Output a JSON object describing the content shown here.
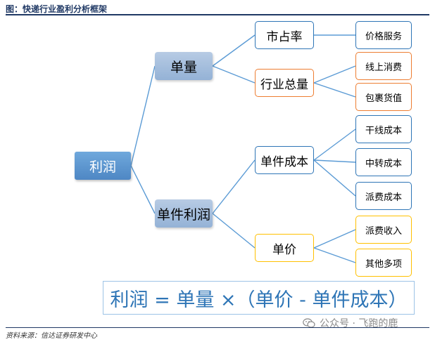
{
  "header": {
    "title": "图：快递行业盈利分析框架"
  },
  "diagram": {
    "root": "利润",
    "level1": {
      "volume": "单量",
      "unit_profit": "单件利润"
    },
    "level2": {
      "market_share": "市占率",
      "industry_volume": "行业总量",
      "unit_cost": "单件成本",
      "unit_price": "单价"
    },
    "leaves": {
      "price_service": "价格服务",
      "online_spending": "线上消费",
      "parcel_value": "包裹货值",
      "trunk_cost": "干线成本",
      "transfer_cost": "中转成本",
      "delivery_cost": "派费成本",
      "delivery_income": "派费收入",
      "other_items": "其他多项"
    },
    "formula": "利润 = 单量 ×（单价 - 单件成本）",
    "colors": {
      "blue": "#2e75b6",
      "orange": "#ed7d31",
      "yellow": "#ffc000",
      "connector": "#5b9bd5"
    }
  },
  "watermark": {
    "text": "公众号 · 飞跑的鹿",
    "icon": "wechat-icon"
  },
  "footer": {
    "source": "资料来源：信达证券研发中心"
  }
}
